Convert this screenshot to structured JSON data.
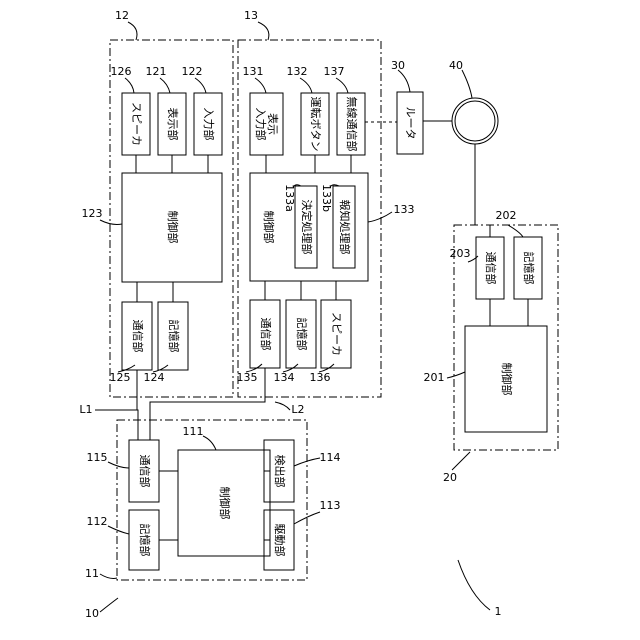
{
  "refs": {
    "r12": "12",
    "r13": "13",
    "r30": "30",
    "r40": "40",
    "r126": "126",
    "r121": "121",
    "r122": "122",
    "r131": "131",
    "r132": "132",
    "r137": "137",
    "r123": "123",
    "r133a": "133a",
    "r133b": "133b",
    "r133": "133",
    "r125": "125",
    "r124": "124",
    "r135": "135",
    "r134": "134",
    "r136": "136",
    "r202": "202",
    "r203": "203",
    "r201": "201",
    "r20": "20",
    "rL1": "L1",
    "rL2": "L2",
    "r111": "111",
    "r115": "115",
    "r114": "114",
    "r112": "112",
    "r113": "113",
    "r11": "11",
    "r10": "10",
    "r1": "1"
  },
  "blocks": {
    "speaker_12": "スピーカ",
    "display_12": "表示部",
    "input_12": "入力部",
    "control_12": "制御部",
    "comm_12": "通信部",
    "storage_12": "記憶部",
    "display_input_13_l1": "表示",
    "display_input_13_l2": "入力部",
    "operation_button_13": "運転ボタン",
    "wireless_comm_13": "無線通信部",
    "router": "ルータ",
    "control_13": "制御部",
    "decision_13": "決定処理部",
    "notification_13": "報知処理部",
    "comm_13": "通信部",
    "storage_13": "記憶部",
    "speaker_13": "スピーカ",
    "comm_20": "通信部",
    "storage_20": "記憶部",
    "control_20": "制御部",
    "comm_11": "通信部",
    "control_11": "制御部",
    "detect_11": "検出部",
    "storage_11": "記憶部",
    "drive_11": "駆動部"
  }
}
